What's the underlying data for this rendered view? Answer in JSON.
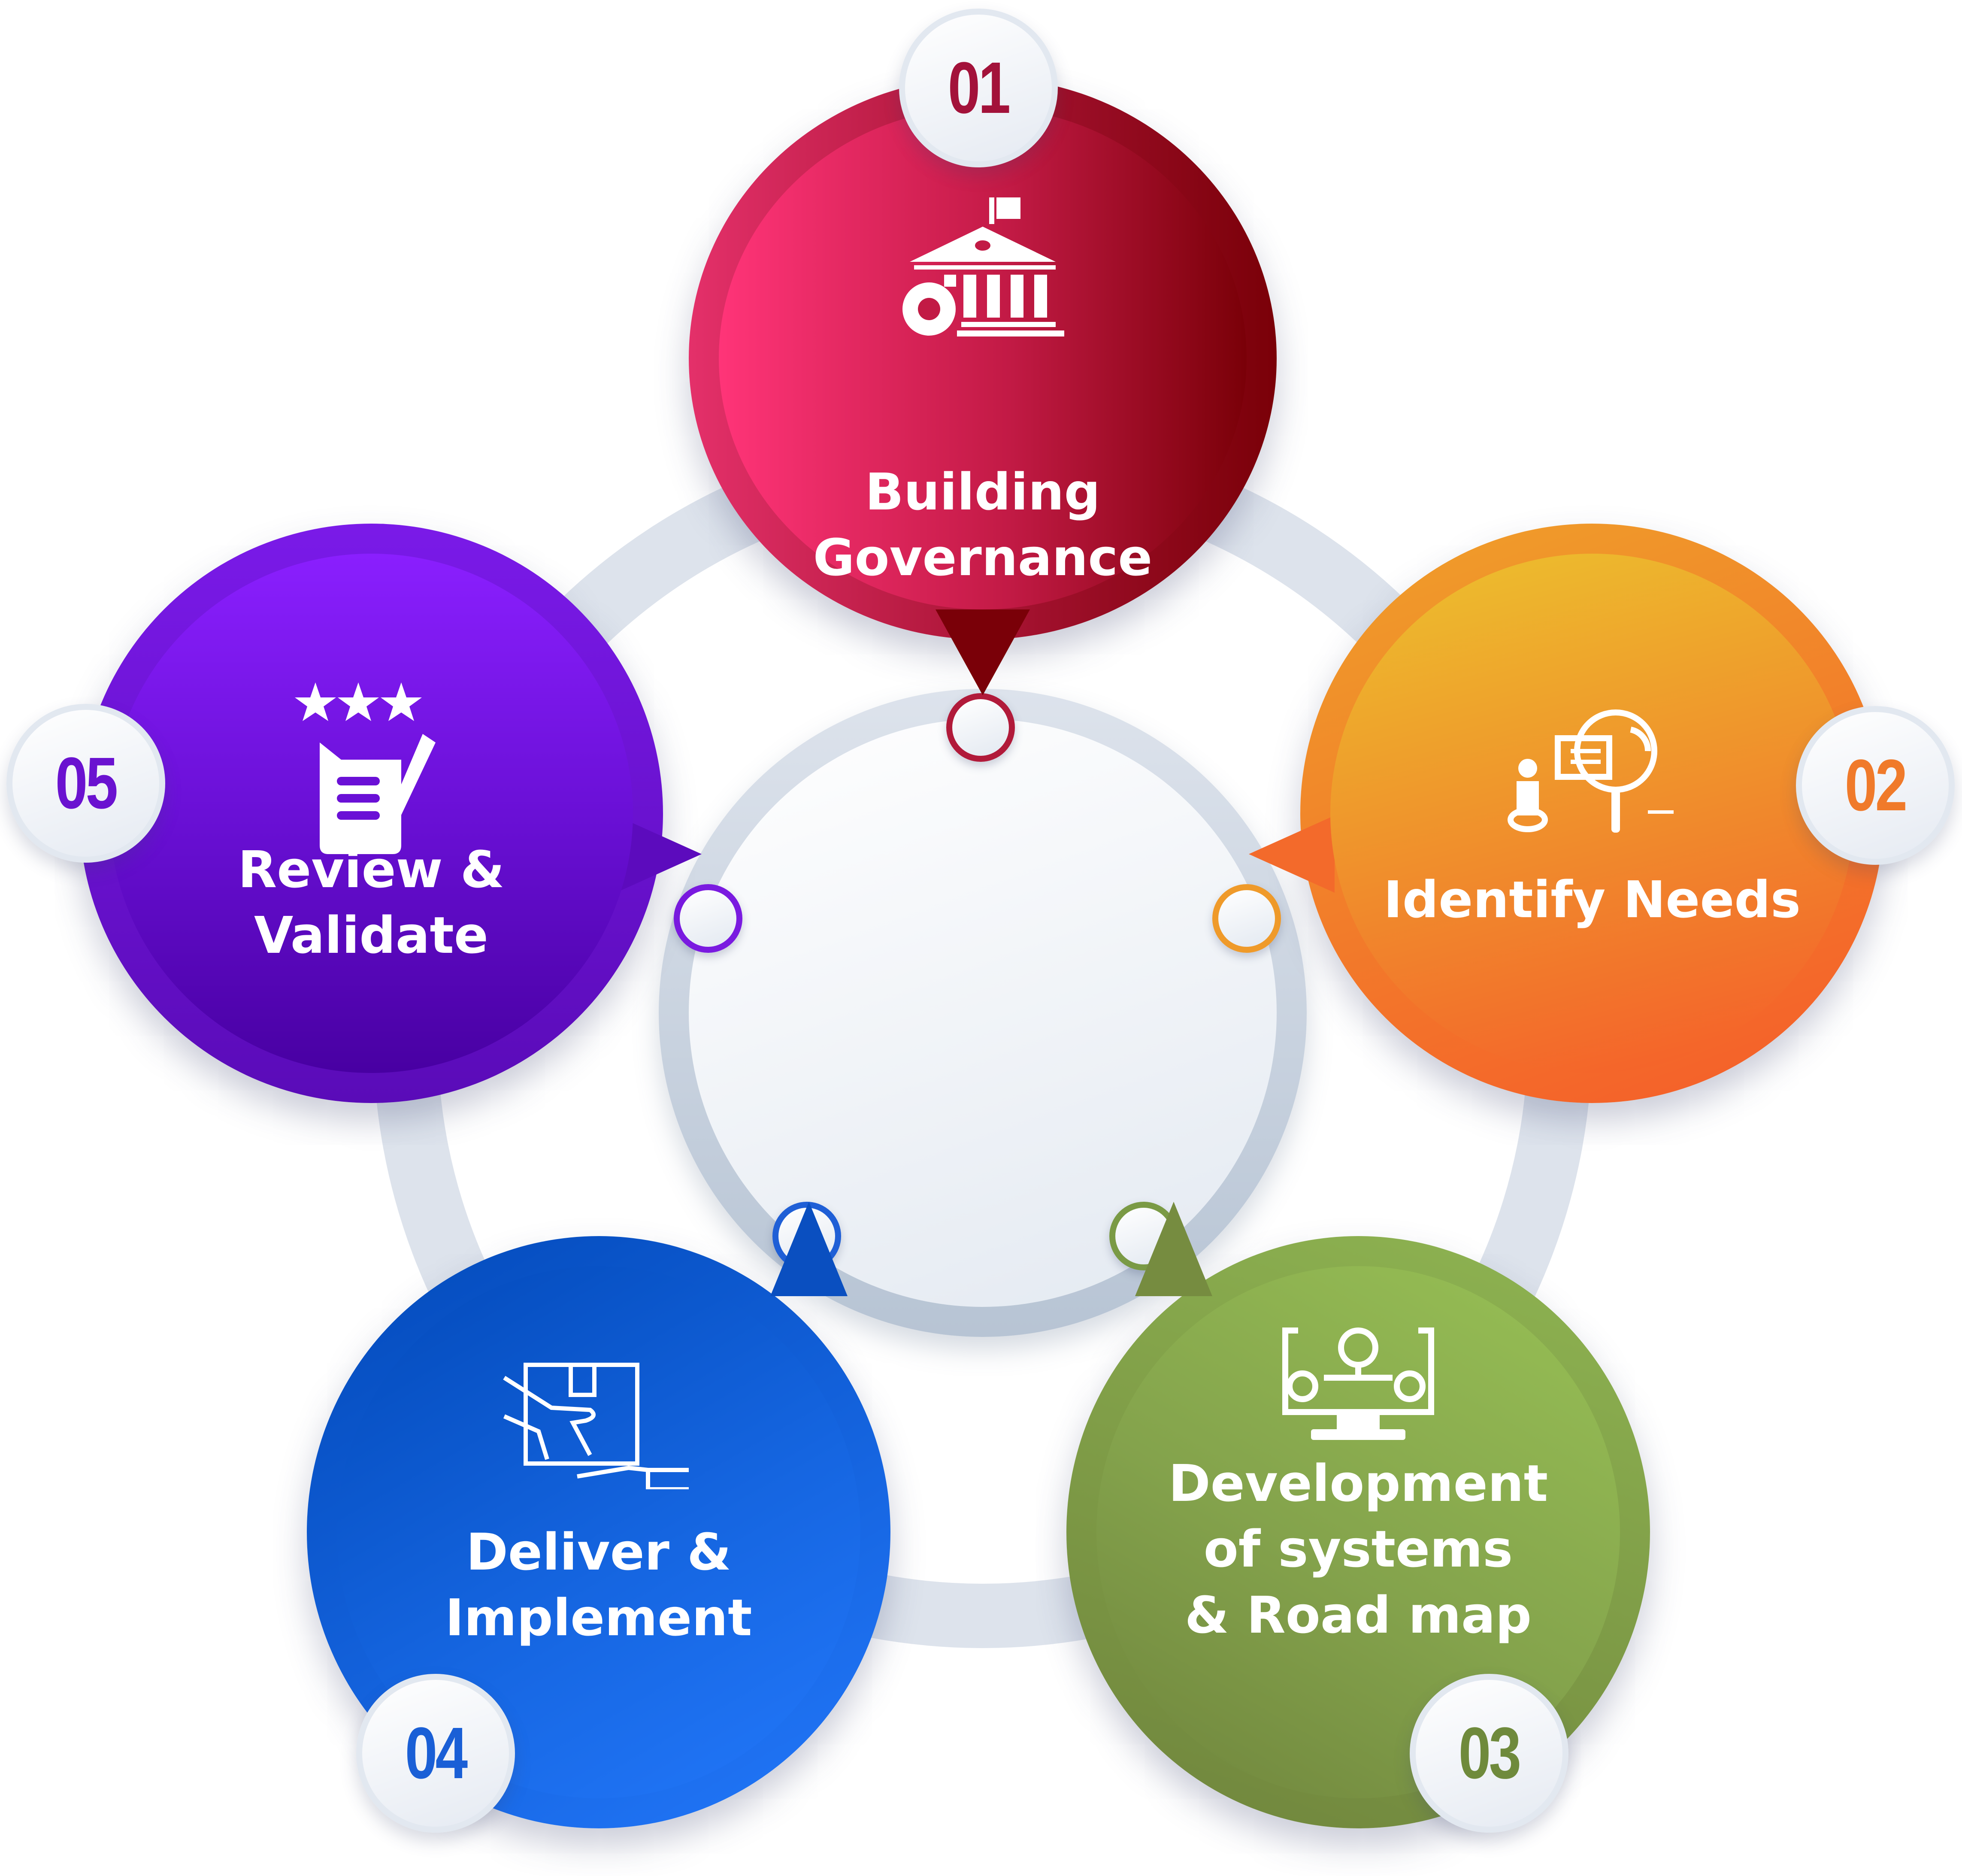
{
  "diagram": {
    "type": "circular-process-cycle",
    "steps": [
      {
        "number": "01",
        "label_line1": "Building",
        "label_line2": "Governance",
        "icon": "government-building-gear-icon",
        "color_light": "#ff3478",
        "color_dark": "#7a0008"
      },
      {
        "number": "02",
        "label_line1": "Identify Needs",
        "label_line2": "",
        "icon": "person-magnifier-chat-icon",
        "color_light": "#ecc22d",
        "color_dark": "#f55b2a"
      },
      {
        "number": "03",
        "label_line1": "Development",
        "label_line2": "of systems",
        "label_line3": "& Road map",
        "icon": "monitor-gears-icon",
        "color_light": "#98c155",
        "color_dark": "#6f843c"
      },
      {
        "number": "04",
        "label_line1": "Deliver &",
        "label_line2": "Implement",
        "icon": "hand-delivering-package-icon",
        "color_light": "#2378fb",
        "color_dark": "#0249b9"
      },
      {
        "number": "05",
        "label_line1": "Review &",
        "label_line2": "Validate",
        "icon": "rated-document-pencil-icon",
        "color_light": "#8a1ffe",
        "color_dark": "#4800a2"
      }
    ]
  }
}
